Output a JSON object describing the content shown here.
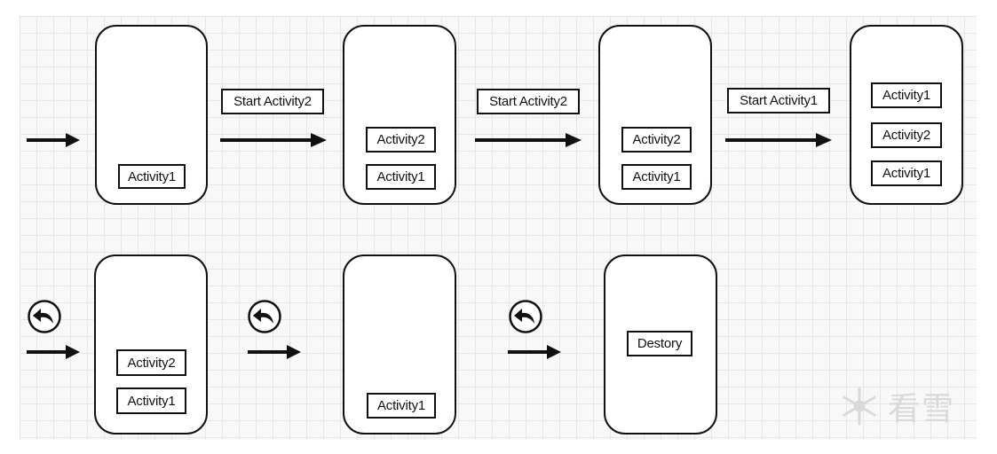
{
  "diagram": {
    "labels": {
      "start1": "Start Activity2",
      "start2": "Start Activity2",
      "start3": "Start Activity1"
    },
    "stacks": {
      "s1": [
        "Activity1"
      ],
      "s2": [
        "Activity2",
        "Activity1"
      ],
      "s3": [
        "Activity2",
        "Activity1"
      ],
      "s4": [
        "Activity1",
        "Activity2",
        "Activity1"
      ],
      "s5": [
        "Activity2",
        "Activity1"
      ],
      "s6": [
        "Activity1"
      ],
      "s7": [
        "Destory"
      ]
    },
    "watermark": "看雪"
  }
}
